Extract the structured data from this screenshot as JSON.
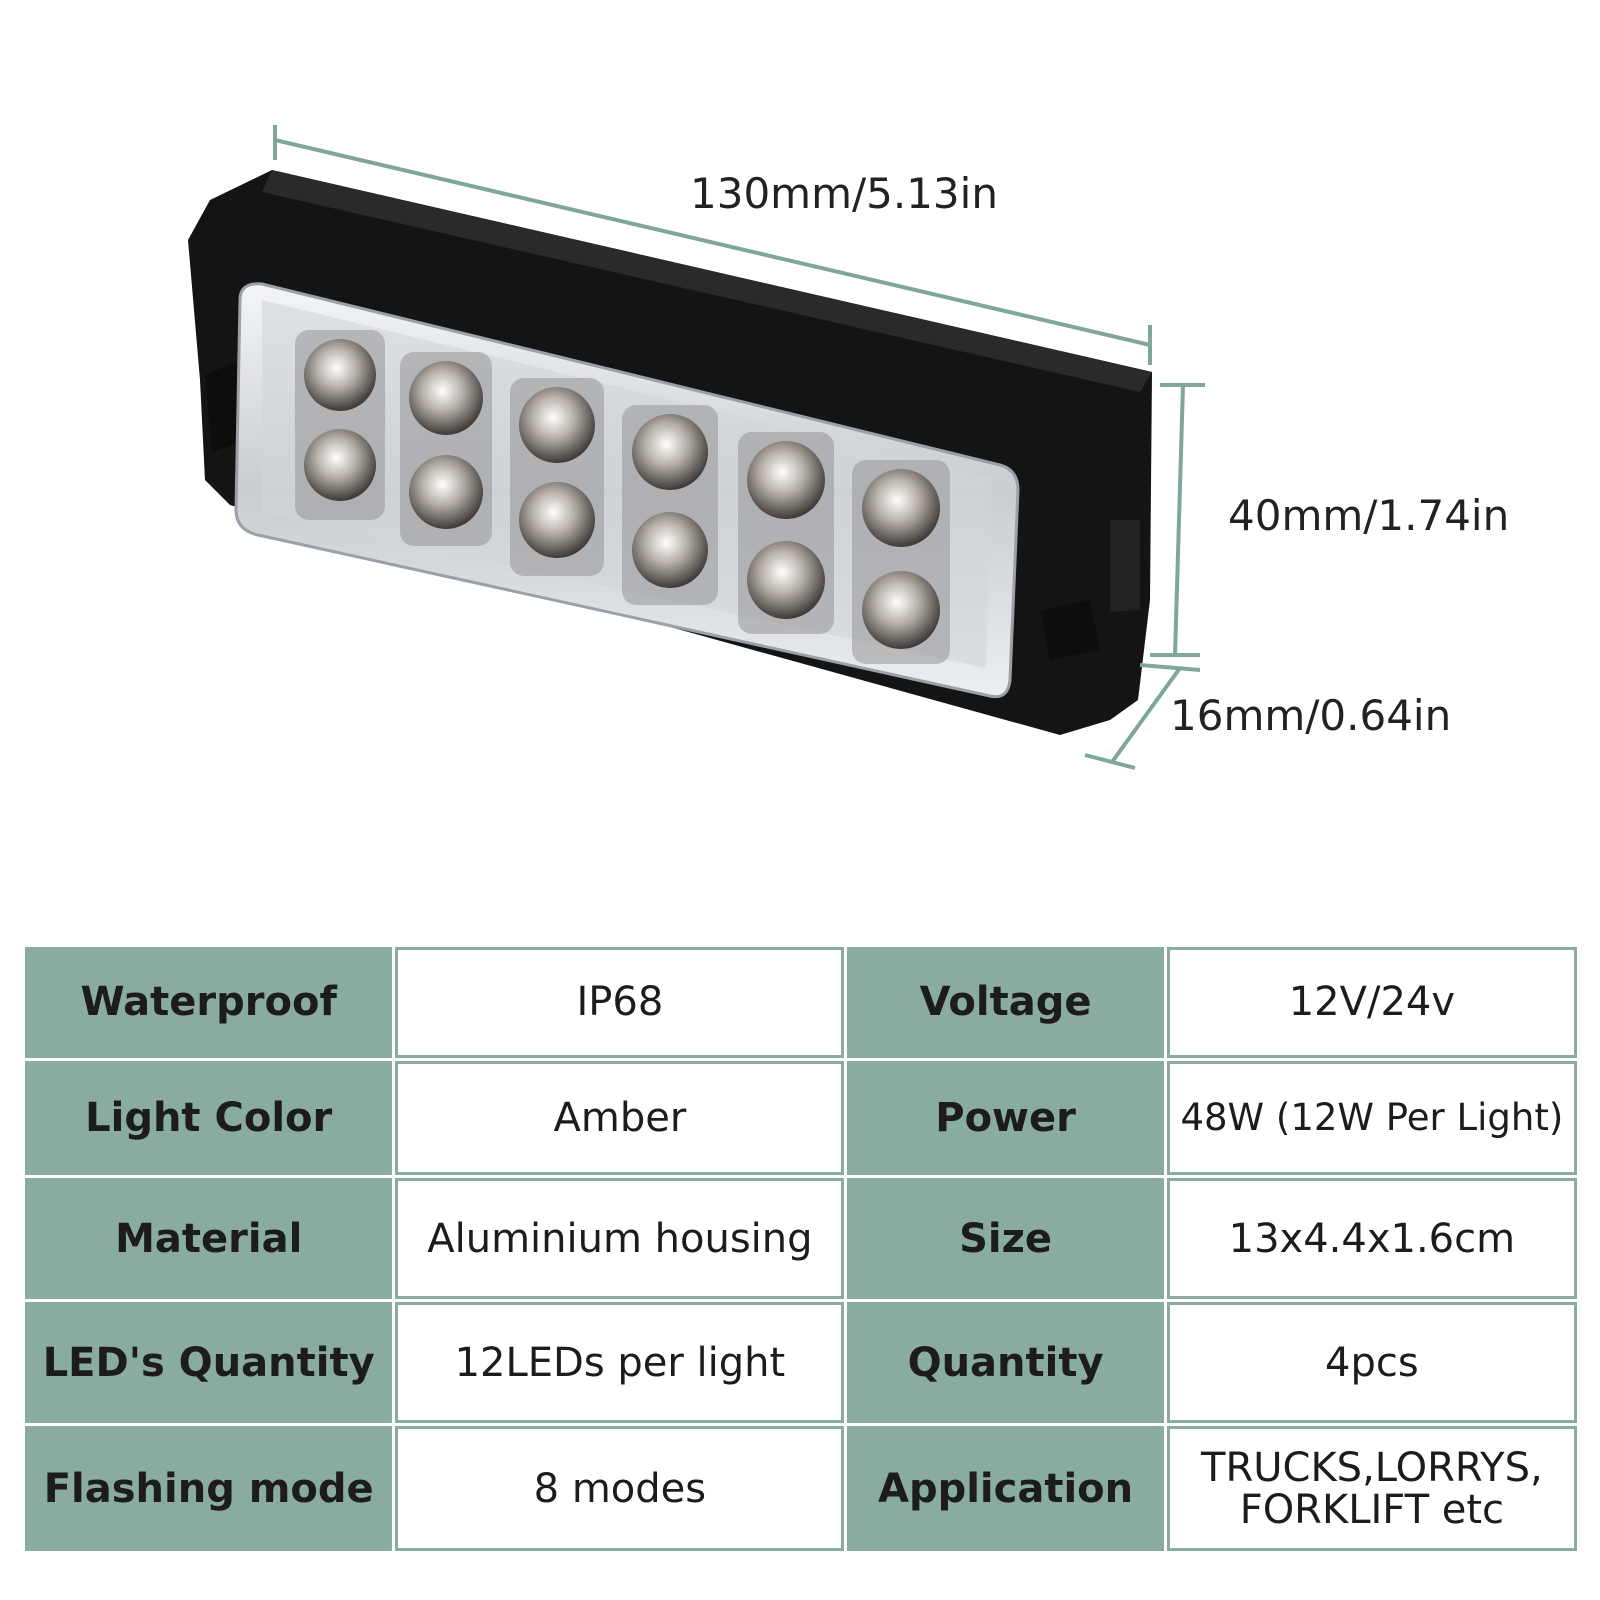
{
  "colors": {
    "accent": "#8aaba2",
    "housing": "#141414",
    "lens": "#e6e8ea"
  },
  "dimensions": {
    "length": "130mm/5.13in",
    "height": "40mm/1.74in",
    "depth": "16mm/0.64in"
  },
  "specs": [
    {
      "label": "Waterproof",
      "value": "IP68",
      "label2": "Voltage",
      "value2": "12V/24v"
    },
    {
      "label": "Light Color",
      "value": "Amber",
      "label2": "Power",
      "value2": "48W (12W Per Light)"
    },
    {
      "label": "Material",
      "value": "Aluminium housing",
      "label2": "Size",
      "value2": "13x4.4x1.6cm"
    },
    {
      "label": "LED's Quantity",
      "value": "12LEDs per light",
      "label2": "Quantity",
      "value2": "4pcs"
    },
    {
      "label": "Flashing mode",
      "value": "8 modes",
      "label2": "Application",
      "value2": "TRUCKS,LORRYS, FORKLIFT etc"
    }
  ]
}
